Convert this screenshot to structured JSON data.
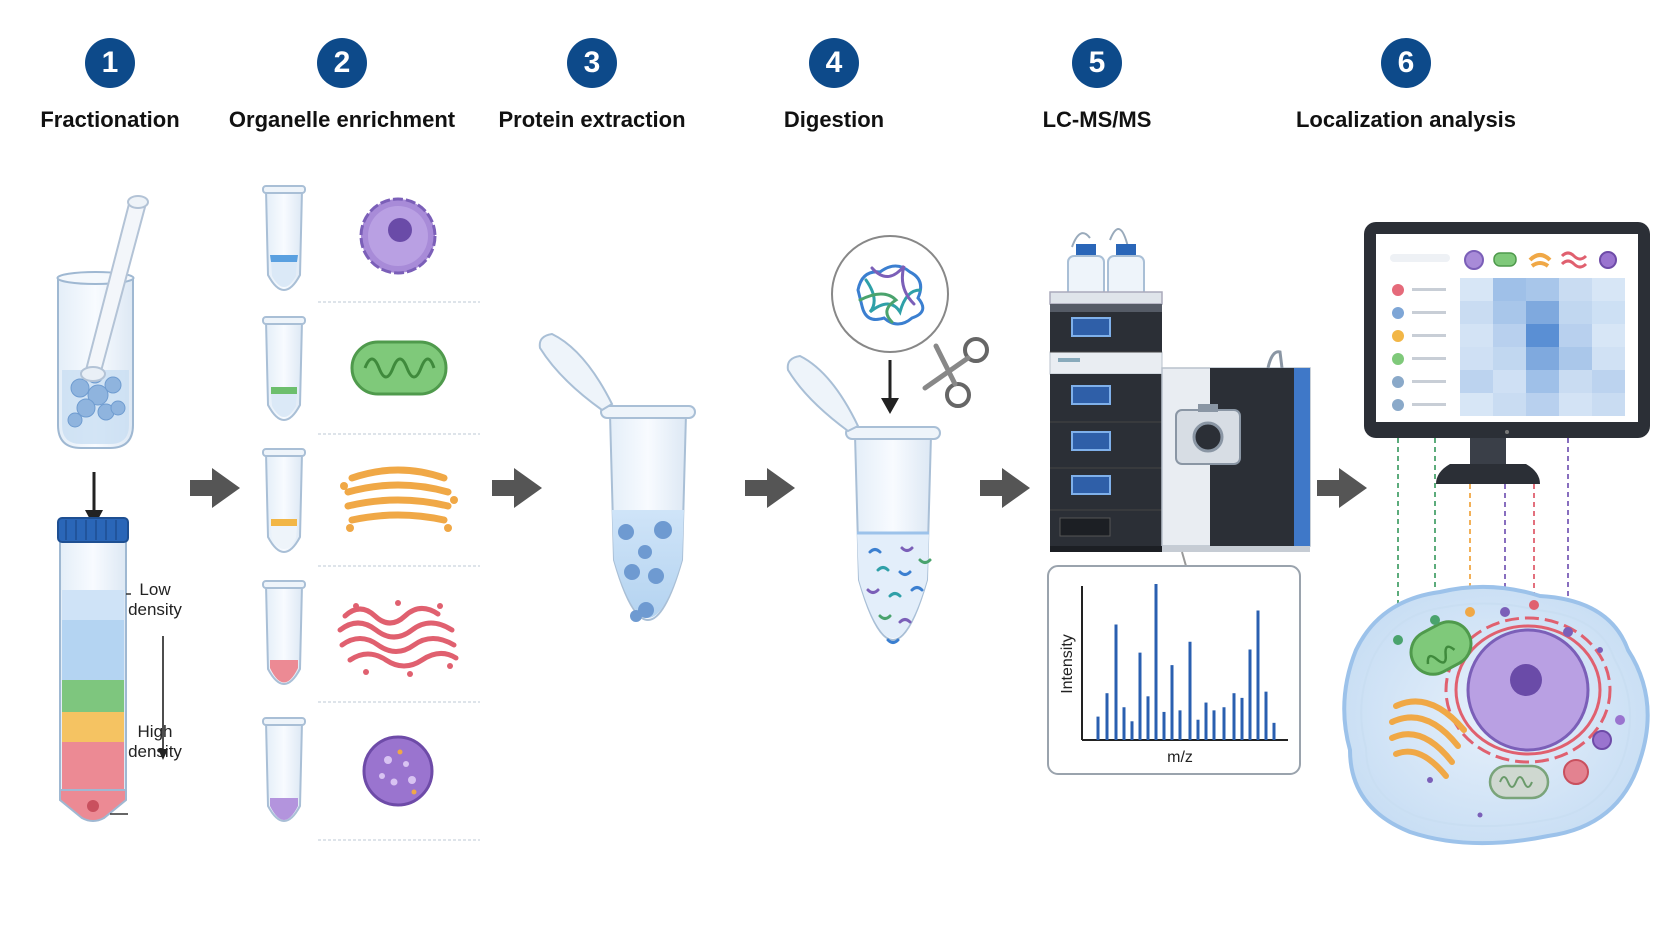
{
  "steps": [
    {
      "number": "1",
      "title": "Fractionation"
    },
    {
      "number": "2",
      "title": "Organelle enrichment"
    },
    {
      "number": "3",
      "title": "Protein extraction"
    },
    {
      "number": "4",
      "title": "Digestion"
    },
    {
      "number": "5",
      "title": "LC-MS/MS"
    },
    {
      "number": "6",
      "title": "Localization analysis"
    }
  ],
  "fractionation": {
    "low_label_line1": "Low",
    "low_label_line2": "density",
    "high_label_line1": "High",
    "high_label_line2": "density"
  },
  "spectrum": {
    "y_label": "Intensity",
    "x_label": "m/z"
  },
  "colors": {
    "badge": "#0d4a8a",
    "nucleus_fraction": "#5aa0e0",
    "mitochondria_fraction": "#6dbf6d",
    "golgi_fraction": "#f2b646",
    "er_fraction": "#e56a7a",
    "lysosome_fraction": "#a47ad0"
  }
}
